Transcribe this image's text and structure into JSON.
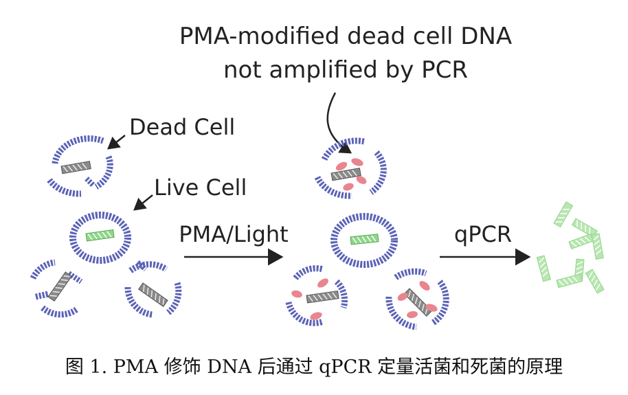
{
  "annotation_top_line1": "PMA-modified dead cell DNA",
  "annotation_top_line2": "not amplified by PCR",
  "label_dead_cell": "Dead Cell",
  "label_live_cell": "Live Cell",
  "arrow1_label": "PMA/Light",
  "arrow2_label": "qPCR",
  "caption": "图 1. PMA 修饰 DNA 后通过 qPCR 定量活菌和死菌的原理",
  "colors": {
    "membrane": "#5b63b6",
    "dna_dead": "#8a8a8a",
    "dna_live": "#8fd68a",
    "pma": "#e8858f",
    "arrow": "#222222"
  }
}
